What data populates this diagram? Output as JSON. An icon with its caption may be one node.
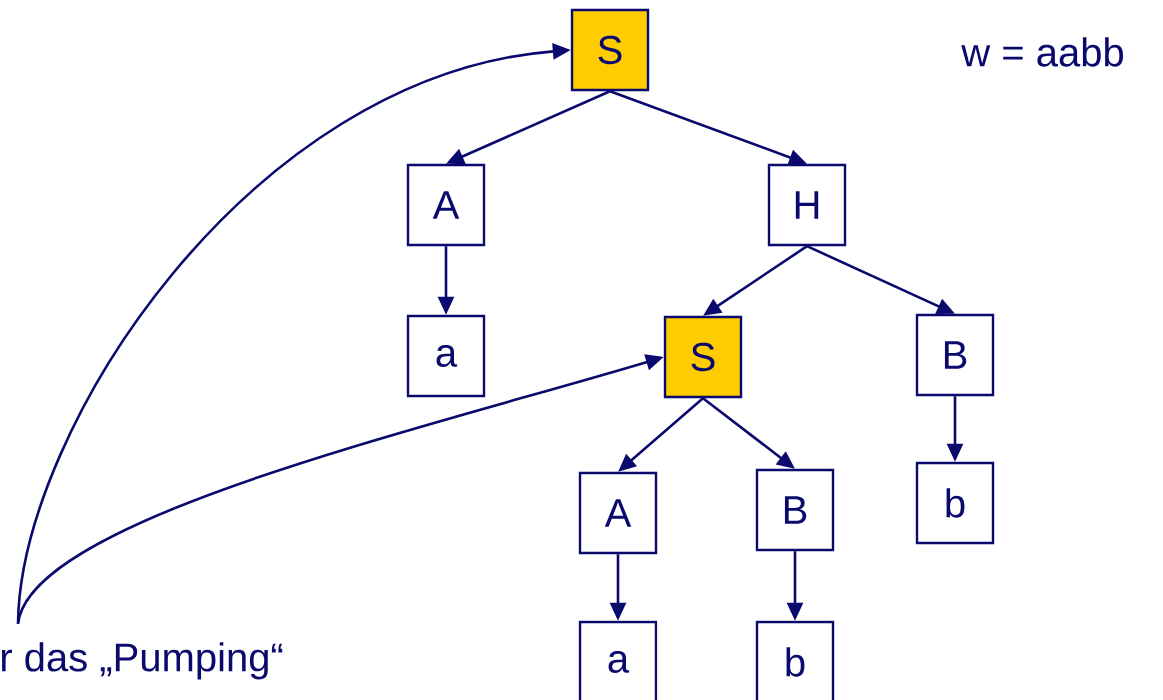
{
  "diagram": {
    "nodes": [
      {
        "text": [
          "S"
        ]
      },
      {
        "text": [
          "A"
        ]
      },
      {
        "text": [
          "H"
        ]
      },
      {
        "text": [
          "a"
        ]
      },
      {
        "text": [
          "S"
        ]
      },
      {
        "text": [
          "B"
        ]
      },
      {
        "text": [
          "A"
        ]
      },
      {
        "text": [
          "B"
        ]
      },
      {
        "text": [
          "b"
        ]
      },
      {
        "text": [
          "a"
        ]
      },
      {
        "text": [
          "b"
        ]
      },
      {
        "text": [
          "r das „Pumping“"
        ]
      }
    ],
    "edges": [
      {
        "from": 0,
        "to": 1,
        "arrow": "to"
      },
      {
        "from": 0,
        "to": 2,
        "arrow": "to"
      },
      {
        "from": 1,
        "to": 3,
        "arrow": "to"
      },
      {
        "from": 2,
        "to": 4,
        "arrow": "to"
      },
      {
        "from": 2,
        "to": 5,
        "arrow": "to"
      },
      {
        "from": 4,
        "to": 6,
        "arrow": "to"
      },
      {
        "from": 4,
        "to": 7,
        "arrow": "to"
      },
      {
        "from": 5,
        "to": 8,
        "arrow": "to"
      },
      {
        "from": 6,
        "to": 9,
        "arrow": "to"
      },
      {
        "from": 7,
        "to": 10,
        "arrow": "to"
      },
      {
        "from": 11,
        "to": 0,
        "arrow": "to"
      },
      {
        "from": 11,
        "to": 4,
        "arrow": "to"
      }
    ],
    "labels": [
      "w = aabb"
    ]
  }
}
